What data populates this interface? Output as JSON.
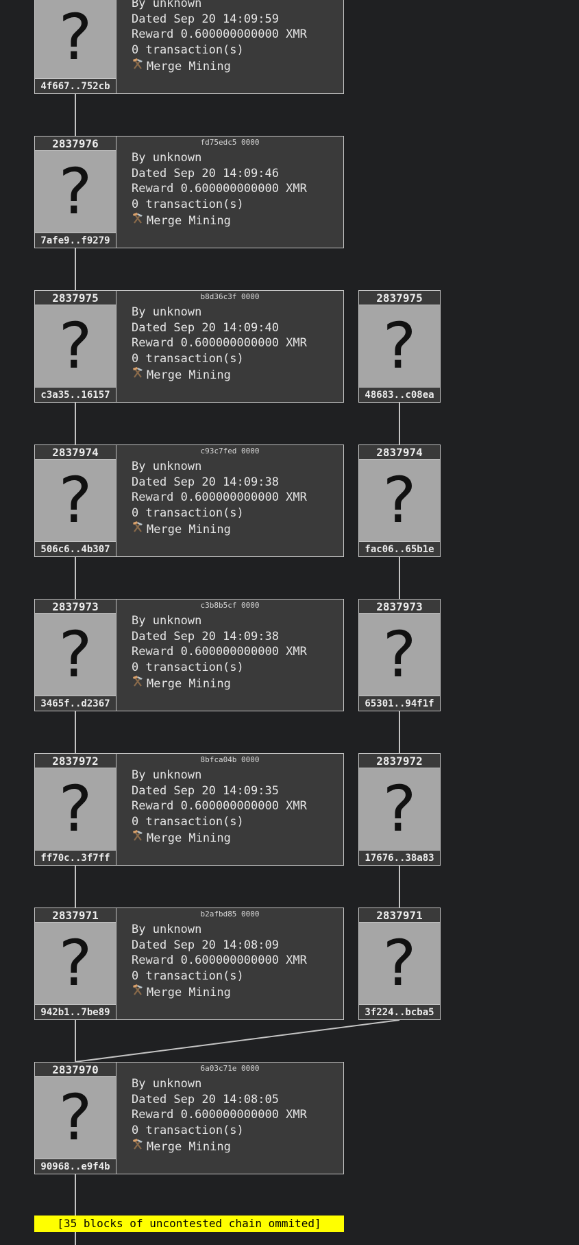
{
  "main_chain": [
    {
      "height": "",
      "hash": "4f667..752cb",
      "head": "",
      "by": "By unknown",
      "dated": "Dated Sep 20 14:09:59",
      "reward": "Reward 0.600000000000 XMR",
      "tx": "0 transaction(s)",
      "mm": "Merge Mining"
    },
    {
      "height": "2837976",
      "hash": "7afe9..f9279",
      "head": "fd75edc5 0000",
      "by": "By unknown",
      "dated": "Dated Sep 20 14:09:46",
      "reward": "Reward 0.600000000000 XMR",
      "tx": "0 transaction(s)",
      "mm": "Merge Mining"
    },
    {
      "height": "2837975",
      "hash": "c3a35..16157",
      "head": "b8d36c3f 0000",
      "by": "By unknown",
      "dated": "Dated Sep 20 14:09:40",
      "reward": "Reward 0.600000000000 XMR",
      "tx": "0 transaction(s)",
      "mm": "Merge Mining"
    },
    {
      "height": "2837974",
      "hash": "506c6..4b307",
      "head": "c93c7fed 0000",
      "by": "By unknown",
      "dated": "Dated Sep 20 14:09:38",
      "reward": "Reward 0.600000000000 XMR",
      "tx": "0 transaction(s)",
      "mm": "Merge Mining"
    },
    {
      "height": "2837973",
      "hash": "3465f..d2367",
      "head": "c3b8b5cf 0000",
      "by": "By unknown",
      "dated": "Dated Sep 20 14:09:38",
      "reward": "Reward 0.600000000000 XMR",
      "tx": "0 transaction(s)",
      "mm": "Merge Mining"
    },
    {
      "height": "2837972",
      "hash": "ff70c..3f7ff",
      "head": "8bfca04b 0000",
      "by": "By unknown",
      "dated": "Dated Sep 20 14:09:35",
      "reward": "Reward 0.600000000000 XMR",
      "tx": "0 transaction(s)",
      "mm": "Merge Mining"
    },
    {
      "height": "2837971",
      "hash": "942b1..7be89",
      "head": "b2afbd85 0000",
      "by": "By unknown",
      "dated": "Dated Sep 20 14:08:09",
      "reward": "Reward 0.600000000000 XMR",
      "tx": "0 transaction(s)",
      "mm": "Merge Mining"
    },
    {
      "height": "2837970",
      "hash": "90968..e9f4b",
      "head": "6a03c71e 0000",
      "by": "By unknown",
      "dated": "Dated Sep 20 14:08:05",
      "reward": "Reward 0.600000000000 XMR",
      "tx": "0 transaction(s)",
      "mm": "Merge Mining"
    }
  ],
  "alt_chain": [
    {
      "height": "2837975",
      "hash": "48683..c08ea"
    },
    {
      "height": "2837974",
      "hash": "fac06..65b1e"
    },
    {
      "height": "2837973",
      "hash": "65301..94f1f"
    },
    {
      "height": "2837972",
      "hash": "17676..38a83"
    },
    {
      "height": "2837971",
      "hash": "3f224..bcba5"
    }
  ],
  "unknown_symbol": "?",
  "mm_icon": "hammer-pick-icon",
  "omitted_text": "[35 blocks of uncontested chain ommited]",
  "colors": {
    "background": "#1f2022",
    "thumb": "#a6a6a6",
    "panel": "#3a3a3a",
    "border": "#c4c4c4",
    "omit": "#ffff00"
  }
}
